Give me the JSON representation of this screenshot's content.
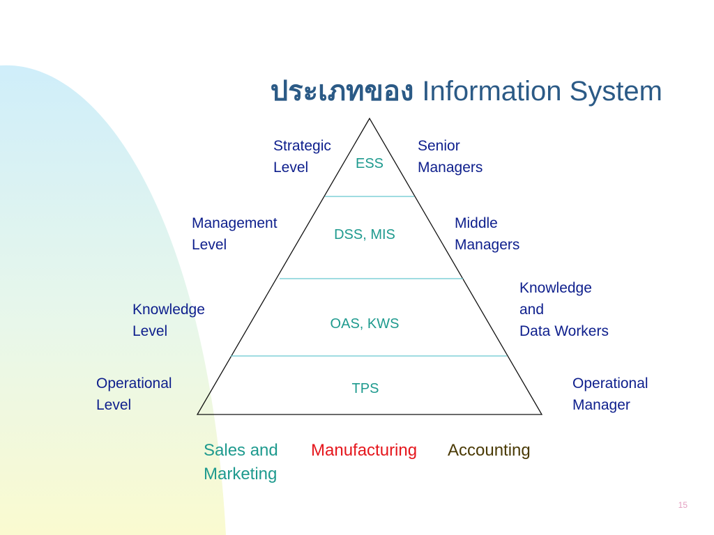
{
  "slide": {
    "title_thai": "ประเภทของ",
    "title_eng": "Information System",
    "page_number": "15"
  },
  "pyramid": {
    "levels": [
      {
        "system": "ESS",
        "level": "Strategic\nLevel",
        "role": "Senior\nManagers"
      },
      {
        "system": "DSS, MIS",
        "level": "Management\nLevel",
        "role": "Middle\nManagers"
      },
      {
        "system": "OAS, KWS",
        "level": "Knowledge\nLevel",
        "role": "Knowledge\nand\nData Workers"
      },
      {
        "system": "TPS",
        "level": "Operational\nLevel",
        "role": "Operational\nManager"
      }
    ]
  },
  "functions": [
    {
      "label": "Sales and\nMarketing",
      "color": "#1e9a8e"
    },
    {
      "label": "Manufacturing",
      "color": "#e5161c"
    },
    {
      "label": "Accounting",
      "color": "#4a3a05"
    }
  ],
  "colors": {
    "title": "#2b5a86",
    "labels": "#0d1e8c",
    "systems": "#1e9a8e",
    "divider_lines": "#66c7cf",
    "background_gradient_top": "#cfeefa",
    "background_gradient_bottom": "#fafad0"
  }
}
